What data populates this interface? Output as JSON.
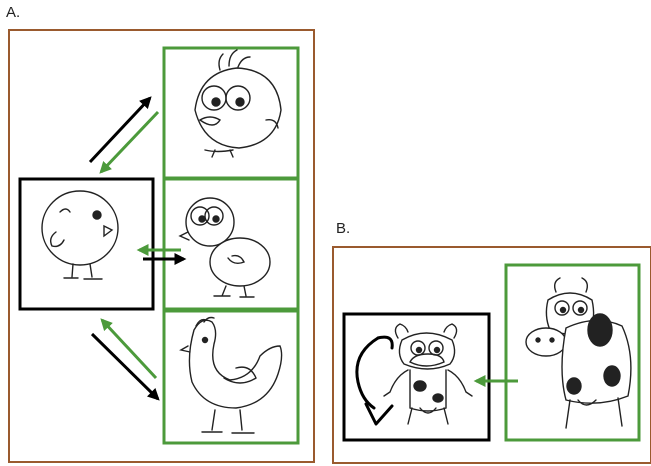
{
  "panels": {
    "a": {
      "label": "A."
    },
    "b": {
      "label": "B."
    }
  },
  "colors": {
    "panel_border": "#9a5a2e",
    "source_box": "#000000",
    "target_box": "#4c9a3b",
    "arrow_black": "#000000",
    "arrow_green": "#4c9a3b",
    "sketch": "#222222"
  },
  "icons": {
    "panel_a_center": "chick-sketch",
    "panel_a_top": "chick-head-sketch",
    "panel_a_middle": "chick-sketch",
    "panel_a_bottom": "hen-sketch",
    "panel_b_left": "cartoon-cow-sketch",
    "panel_b_right": "cow-sketch",
    "rotation": "curved-rotation-arrow"
  }
}
